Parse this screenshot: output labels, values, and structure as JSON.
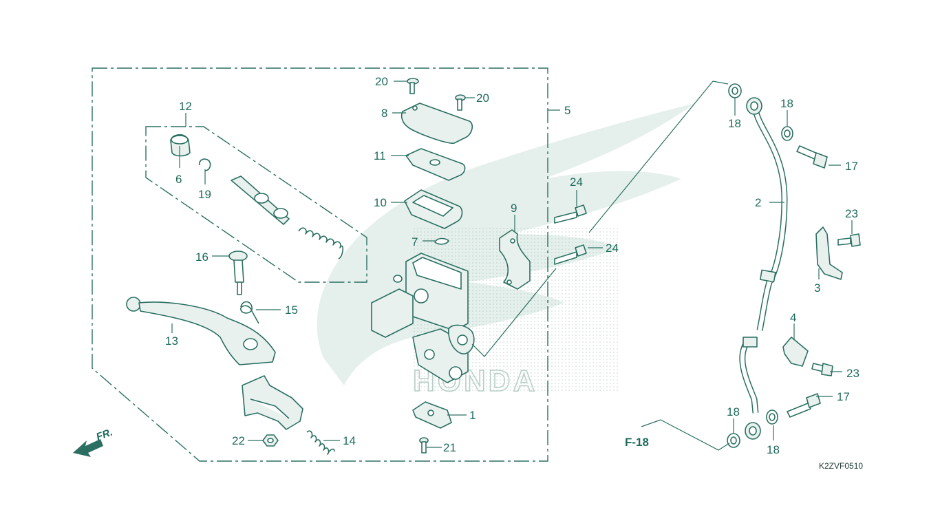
{
  "diagram": {
    "watermark": "HONDA",
    "figure_code": "K2ZVF0510",
    "direction_label": "FR.",
    "reference_label": "F-18",
    "callouts": [
      {
        "id": "c1",
        "label": "1"
      },
      {
        "id": "c2",
        "label": "2"
      },
      {
        "id": "c3",
        "label": "3"
      },
      {
        "id": "c4",
        "label": "4"
      },
      {
        "id": "c5",
        "label": "5"
      },
      {
        "id": "c6",
        "label": "6"
      },
      {
        "id": "c7",
        "label": "7"
      },
      {
        "id": "c8",
        "label": "8"
      },
      {
        "id": "c9",
        "label": "9"
      },
      {
        "id": "c10",
        "label": "10"
      },
      {
        "id": "c11",
        "label": "11"
      },
      {
        "id": "c12",
        "label": "12"
      },
      {
        "id": "c13",
        "label": "13"
      },
      {
        "id": "c14",
        "label": "14"
      },
      {
        "id": "c15",
        "label": "15"
      },
      {
        "id": "c16",
        "label": "16"
      },
      {
        "id": "c17a",
        "label": "17"
      },
      {
        "id": "c17b",
        "label": "17"
      },
      {
        "id": "c18a",
        "label": "18"
      },
      {
        "id": "c18b",
        "label": "18"
      },
      {
        "id": "c18c",
        "label": "18"
      },
      {
        "id": "c18d",
        "label": "18"
      },
      {
        "id": "c19",
        "label": "19"
      },
      {
        "id": "c20a",
        "label": "20"
      },
      {
        "id": "c20b",
        "label": "20"
      },
      {
        "id": "c21",
        "label": "21"
      },
      {
        "id": "c22",
        "label": "22"
      },
      {
        "id": "c23a",
        "label": "23"
      },
      {
        "id": "c23b",
        "label": "23"
      },
      {
        "id": "c24a",
        "label": "24"
      },
      {
        "id": "c24b",
        "label": "24"
      }
    ]
  },
  "colors": {
    "line": "#2a6f61",
    "label": "#1e6b5c",
    "watermark": "#cfe3dd"
  }
}
